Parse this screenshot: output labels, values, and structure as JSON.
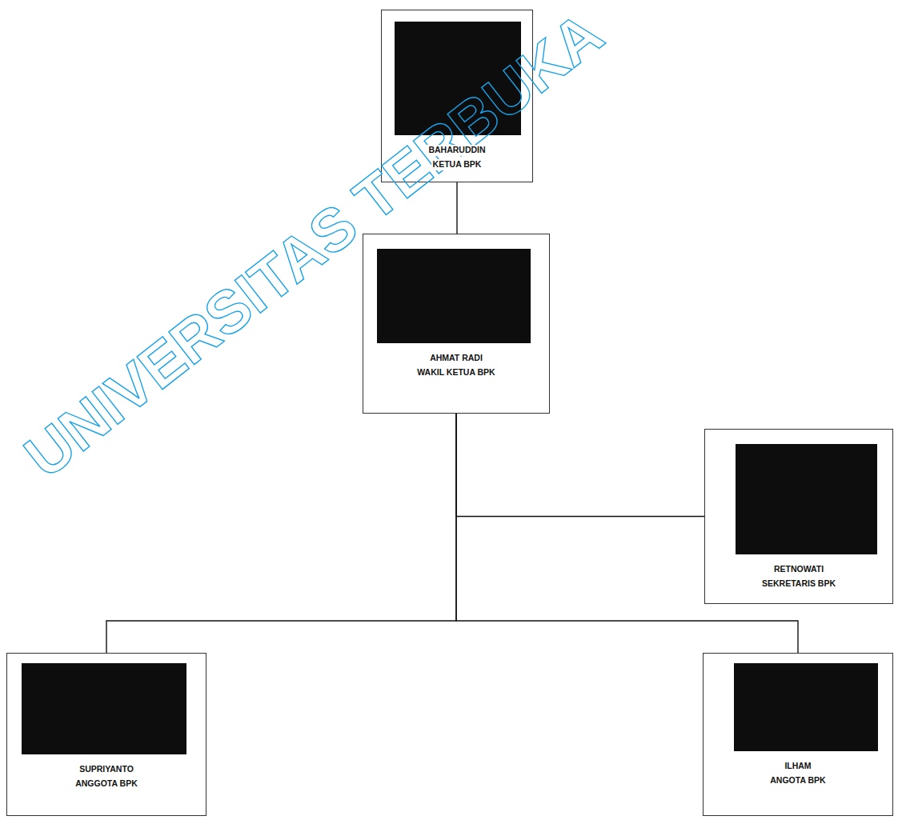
{
  "diagram": {
    "nodes": [
      {
        "text": [
          "BAHARUDDIN",
          "KETUA BPK"
        ]
      },
      {
        "text": [
          "AHMAT RADI",
          "WAKIL KETUA BPK"
        ]
      },
      {
        "text": [
          "RETNOWATI",
          "SEKRETARIS BPK"
        ]
      },
      {
        "text": [
          "SUPRIYANTO",
          "ANGGOTA BPK"
        ]
      },
      {
        "text": [
          "ILHAM",
          "ANGOTA BPK"
        ]
      }
    ],
    "edges": [
      {
        "from": 0,
        "to": 1,
        "arrow": "none"
      },
      {
        "from": 1,
        "to": 2,
        "arrow": "none"
      },
      {
        "from": 1,
        "to": 3,
        "arrow": "none"
      },
      {
        "from": 1,
        "to": 4,
        "arrow": "none"
      }
    ],
    "labels": [
      "UNIVERSITAS TERBUKA"
    ]
  }
}
